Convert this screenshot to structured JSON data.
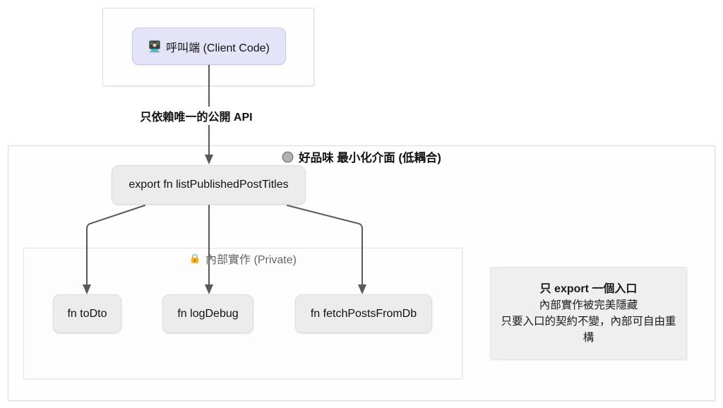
{
  "diagram": {
    "client_box": {
      "node_icon": "technologist-emoji",
      "node_label": "呼叫端 (Client Code)"
    },
    "edge_label": "只依賴唯一的公開 API",
    "good_taste_box": {
      "title_icon": "checkered-sphere-emoji",
      "title": "好品味 最小化介面 (低耦合)",
      "export_node_label": "export fn listPublishedPostTitles",
      "private_box": {
        "title_icon": "lock-emoji",
        "title": "內部實作 (Private)",
        "nodes": [
          "fn toDto",
          "fn logDebug",
          "fn fetchPostsFromDb"
        ]
      },
      "note": {
        "line1": "只 export 一個入口",
        "line2": "內部實作被完美隱藏",
        "line3": "只要入口的契約不變，內部可自由重構"
      }
    },
    "colors": {
      "client_node_fill": "#e4e4f8",
      "client_node_border": "#c8c8ea",
      "node_fill": "#ececec",
      "node_border": "#dcdcdc",
      "container_fill": "#fefefe",
      "container_border": "#dcdcdc",
      "note_fill": "#efefef",
      "note_border": "#e2e2e2",
      "arrow_color": "#595959",
      "private_title_color": "#666666"
    }
  }
}
